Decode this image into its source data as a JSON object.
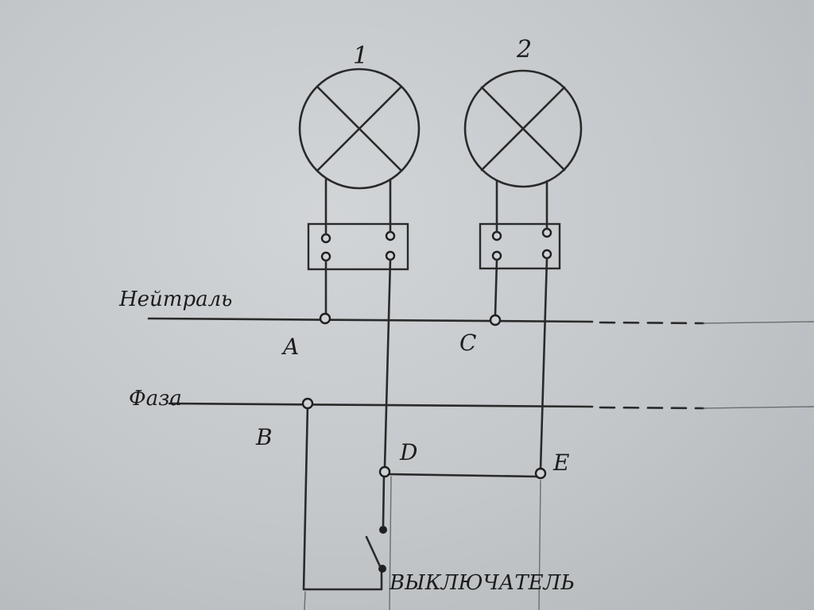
{
  "lamps": [
    {
      "number": "1"
    },
    {
      "number": "2"
    }
  ],
  "lines": {
    "neutral": "Нейтраль",
    "phase": "Фаза"
  },
  "nodes": {
    "a": "A",
    "b": "B",
    "c": "C",
    "d": "D",
    "e": "E"
  },
  "switch": {
    "label": "ВЫКЛЮЧАТЕЛЬ"
  }
}
